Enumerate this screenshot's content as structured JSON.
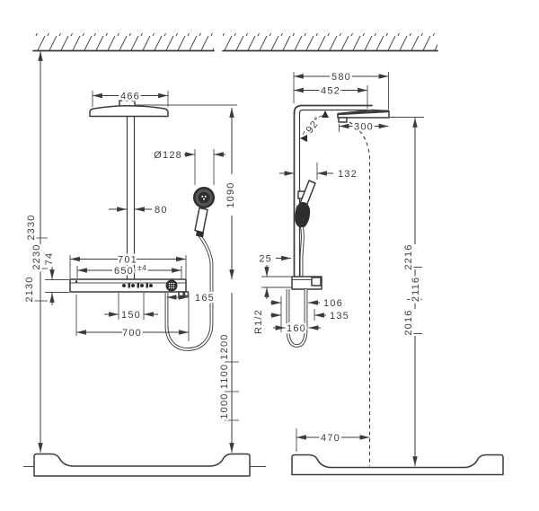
{
  "drawing": {
    "units": "mm",
    "left_view": {
      "head_width": "466",
      "handshower_diameter": "Ø128",
      "riser_pipe_width": "80",
      "head_to_shelf": "1090",
      "overall_heights": [
        "2330",
        "2230",
        "2130"
      ],
      "shelf_profile_height": "74",
      "shelf_width_top": "701",
      "shelf_fixing_span": "650",
      "shelf_fixing_tolerance": "±4",
      "fixing_center_span": "150",
      "shelf_width_bottom": "700",
      "hose_drop_offset": "165",
      "shelf_mount_heights": [
        "1200",
        "1100",
        "1000"
      ]
    },
    "right_view": {
      "head_projection_overall": "580",
      "head_projection": "452",
      "arm_angle": "92°",
      "head_depth": "300",
      "handshower_projection": "132",
      "wall_gap": "25",
      "head_heights": [
        "2216",
        "2116",
        "2016"
      ],
      "hose_offset_inner": "106",
      "hose_offset_outer": "135",
      "hose_loop_width": "160",
      "connection_thread": "R1/2",
      "spray_center_distance": "470"
    }
  }
}
